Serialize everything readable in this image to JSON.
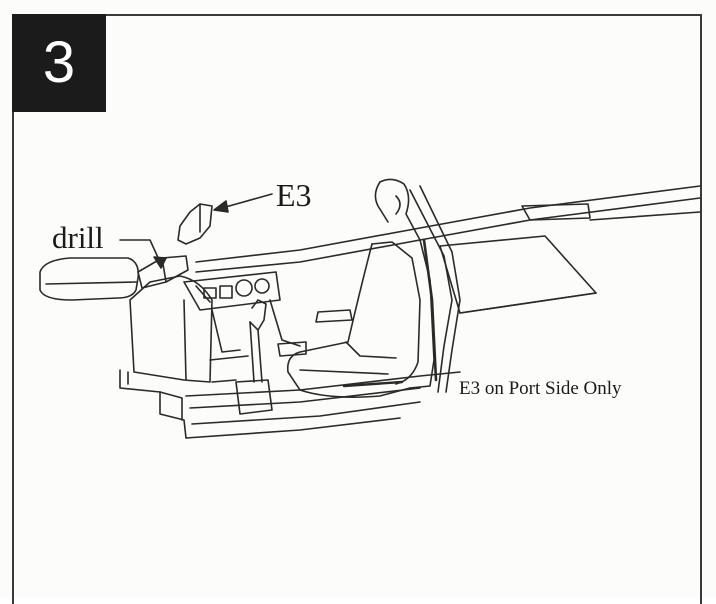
{
  "step": {
    "number": "3"
  },
  "callouts": {
    "part": "E3",
    "drill": "drill"
  },
  "note": "E3 on Port Side Only"
}
